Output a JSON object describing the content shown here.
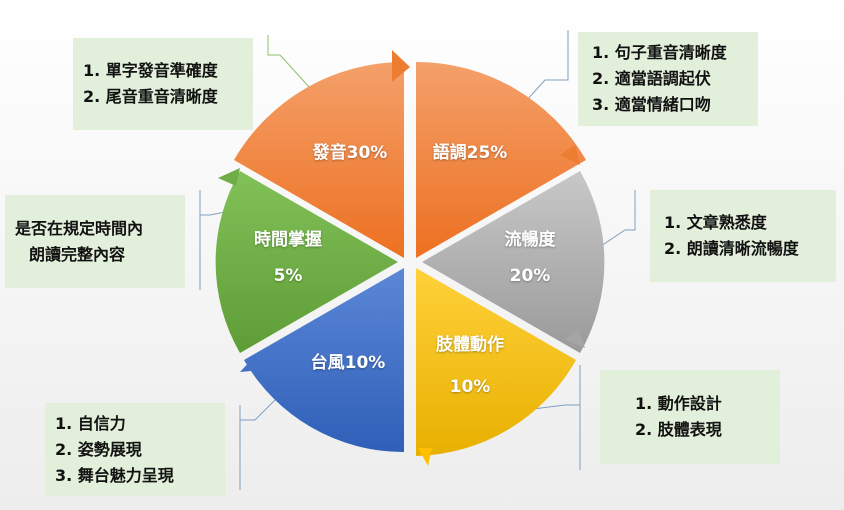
{
  "segments": [
    {
      "name": "發音30%",
      "label": "發音30%",
      "color": "#ed7d31",
      "details": [
        "1. 單字發音準確度",
        "2. 尾音重音清晰度"
      ]
    },
    {
      "name": "語調25%",
      "label": "語調25%",
      "color": "#ed7d31",
      "details": [
        "1. 句子重音清晰度",
        "2. 適當語調起伏",
        "3. 適當情緒口吻"
      ]
    },
    {
      "name": "流暢度",
      "label": "流暢度",
      "pct": "20%",
      "color": "#a5a5a5",
      "details": [
        "1. 文章熟悉度",
        "2. 朗讀清晰流暢度"
      ]
    },
    {
      "name": "肢體動作",
      "label": "肢體動作",
      "pct": "10%",
      "color": "#ffc000",
      "details": [
        "1. 動作設計",
        "2. 肢體表現"
      ]
    },
    {
      "name": "台風",
      "label": "台風10%",
      "color": "#4472c4",
      "details": [
        "1. 自信力",
        "2. 姿勢展現",
        "3. 舞台魅力呈現"
      ]
    },
    {
      "name": "時間掌握",
      "label": "時間掌握",
      "pct": "5%",
      "color": "#70ad47",
      "details": [
        "是否在規定時間內",
        "朗讀完整內容"
      ]
    }
  ]
}
